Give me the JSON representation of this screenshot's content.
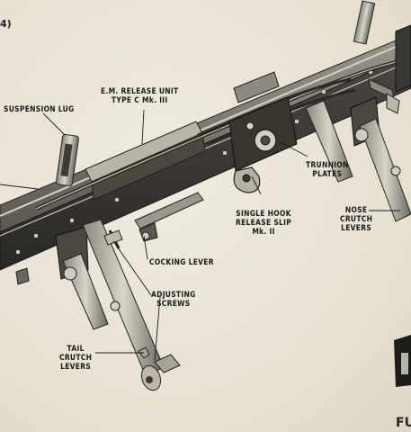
{
  "corner_top_left": "4)",
  "corner_bottom_right": "FU",
  "labels": {
    "suspension_lug": "SUSPENSION LUG",
    "em_release_unit": [
      "E.M. RELEASE UNIT",
      "TYPE C Mk. III"
    ],
    "trunnion_plates": [
      "TRUNNION",
      "PLATES"
    ],
    "single_hook": [
      "SINGLE HOOK",
      "RELEASE SLIP",
      "Mk. II"
    ],
    "nose_crutch": [
      "NOSE",
      "CRUTCH",
      "LEVERS"
    ],
    "cocking_lever": "COCKING LEVER",
    "adjusting_screws": [
      "ADJUSTING",
      "SCREWS"
    ],
    "tail_crutch": [
      "TAIL",
      "CRUTCH",
      "LEVERS"
    ]
  }
}
